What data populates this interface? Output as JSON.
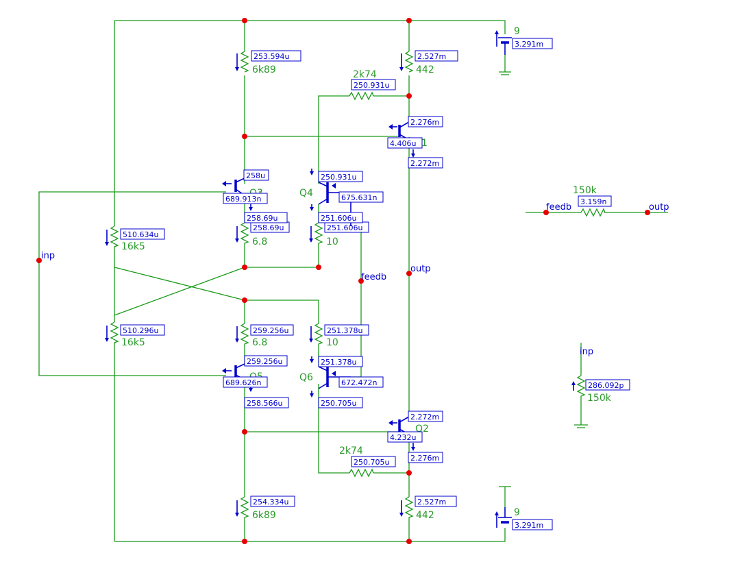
{
  "supply_top": {
    "value": "9",
    "current": "3.291m"
  },
  "supply_bottom": {
    "value": "9",
    "current": "3.291m"
  },
  "nets": {
    "inp": "inp",
    "outp": "outp",
    "feedb": "feedb"
  },
  "resistors": {
    "r_top_left": {
      "value": "6k89",
      "current": "253.594u"
    },
    "r_top_right": {
      "value": "442",
      "current": "2.527m"
    },
    "r_fb_top": {
      "value": "2k74",
      "current": "250.931u"
    },
    "r_bias_upper": {
      "value": "16k5",
      "current": "510.634u"
    },
    "r_bias_lower": {
      "value": "16k5",
      "current": "510.296u"
    },
    "r_emit_q3": {
      "value": "6.8",
      "current": "258.69u"
    },
    "r_emit_q4": {
      "value": "10",
      "current": "251.606u"
    },
    "r_emit_q5": {
      "value": "6.8",
      "current": "259.256u"
    },
    "r_emit_q6": {
      "value": "10",
      "current": "251.378u"
    },
    "r_fb_bot": {
      "value": "2k74",
      "current": "250.705u"
    },
    "r_bot_left": {
      "value": "6k89",
      "current": "254.334u"
    },
    "r_bot_right": {
      "value": "442",
      "current": "2.527m"
    },
    "r_feedback": {
      "value": "150k",
      "current": "3.159n"
    },
    "r_input": {
      "value": "150k",
      "current": "286.092p"
    }
  },
  "transistors": {
    "q1": {
      "label": "1",
      "collector": "2.276m",
      "base": "4.406u",
      "emitter": "2.272m"
    },
    "q2": {
      "label": "Q2",
      "collector": "2.272m",
      "base": "4.232u",
      "emitter": "2.276m"
    },
    "q3": {
      "label": "Q3",
      "collector": "258u",
      "base": "689.913n",
      "emitter": "258.69u"
    },
    "q4": {
      "label": "Q4",
      "collector": "250.931u",
      "base": "675.631n",
      "emitter": "251.606u"
    },
    "q5": {
      "label": "Q5",
      "collector": "259.256u",
      "base": "689.626n",
      "emitter": "258.566u"
    },
    "q6": {
      "label": "Q6",
      "collector": "251.378u",
      "base": "672.472n",
      "emitter": "250.705u"
    }
  }
}
